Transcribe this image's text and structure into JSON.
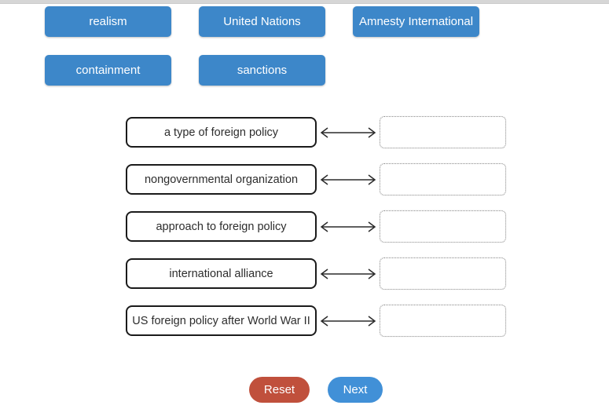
{
  "word_bank": {
    "chips": [
      "realism",
      "United Nations",
      "Amnesty International",
      "containment",
      "sanctions"
    ]
  },
  "matching": {
    "rows": [
      {
        "term": "a type of foreign policy",
        "answer": ""
      },
      {
        "term": "nongovernmental organization",
        "answer": ""
      },
      {
        "term": "approach to foreign policy",
        "answer": ""
      },
      {
        "term": "international alliance",
        "answer": ""
      },
      {
        "term": "US foreign policy after World War II",
        "answer": ""
      }
    ]
  },
  "footer": {
    "reset_label": "Reset",
    "next_label": "Next"
  },
  "colors": {
    "chip_blue": "#3d87c9",
    "next_blue": "#4190d7",
    "reset_red": "#c0503c",
    "term_border": "#1b1b1b",
    "dropzone_border": "#8c8c8c",
    "top_bar_gray": "#d6d6d6"
  }
}
